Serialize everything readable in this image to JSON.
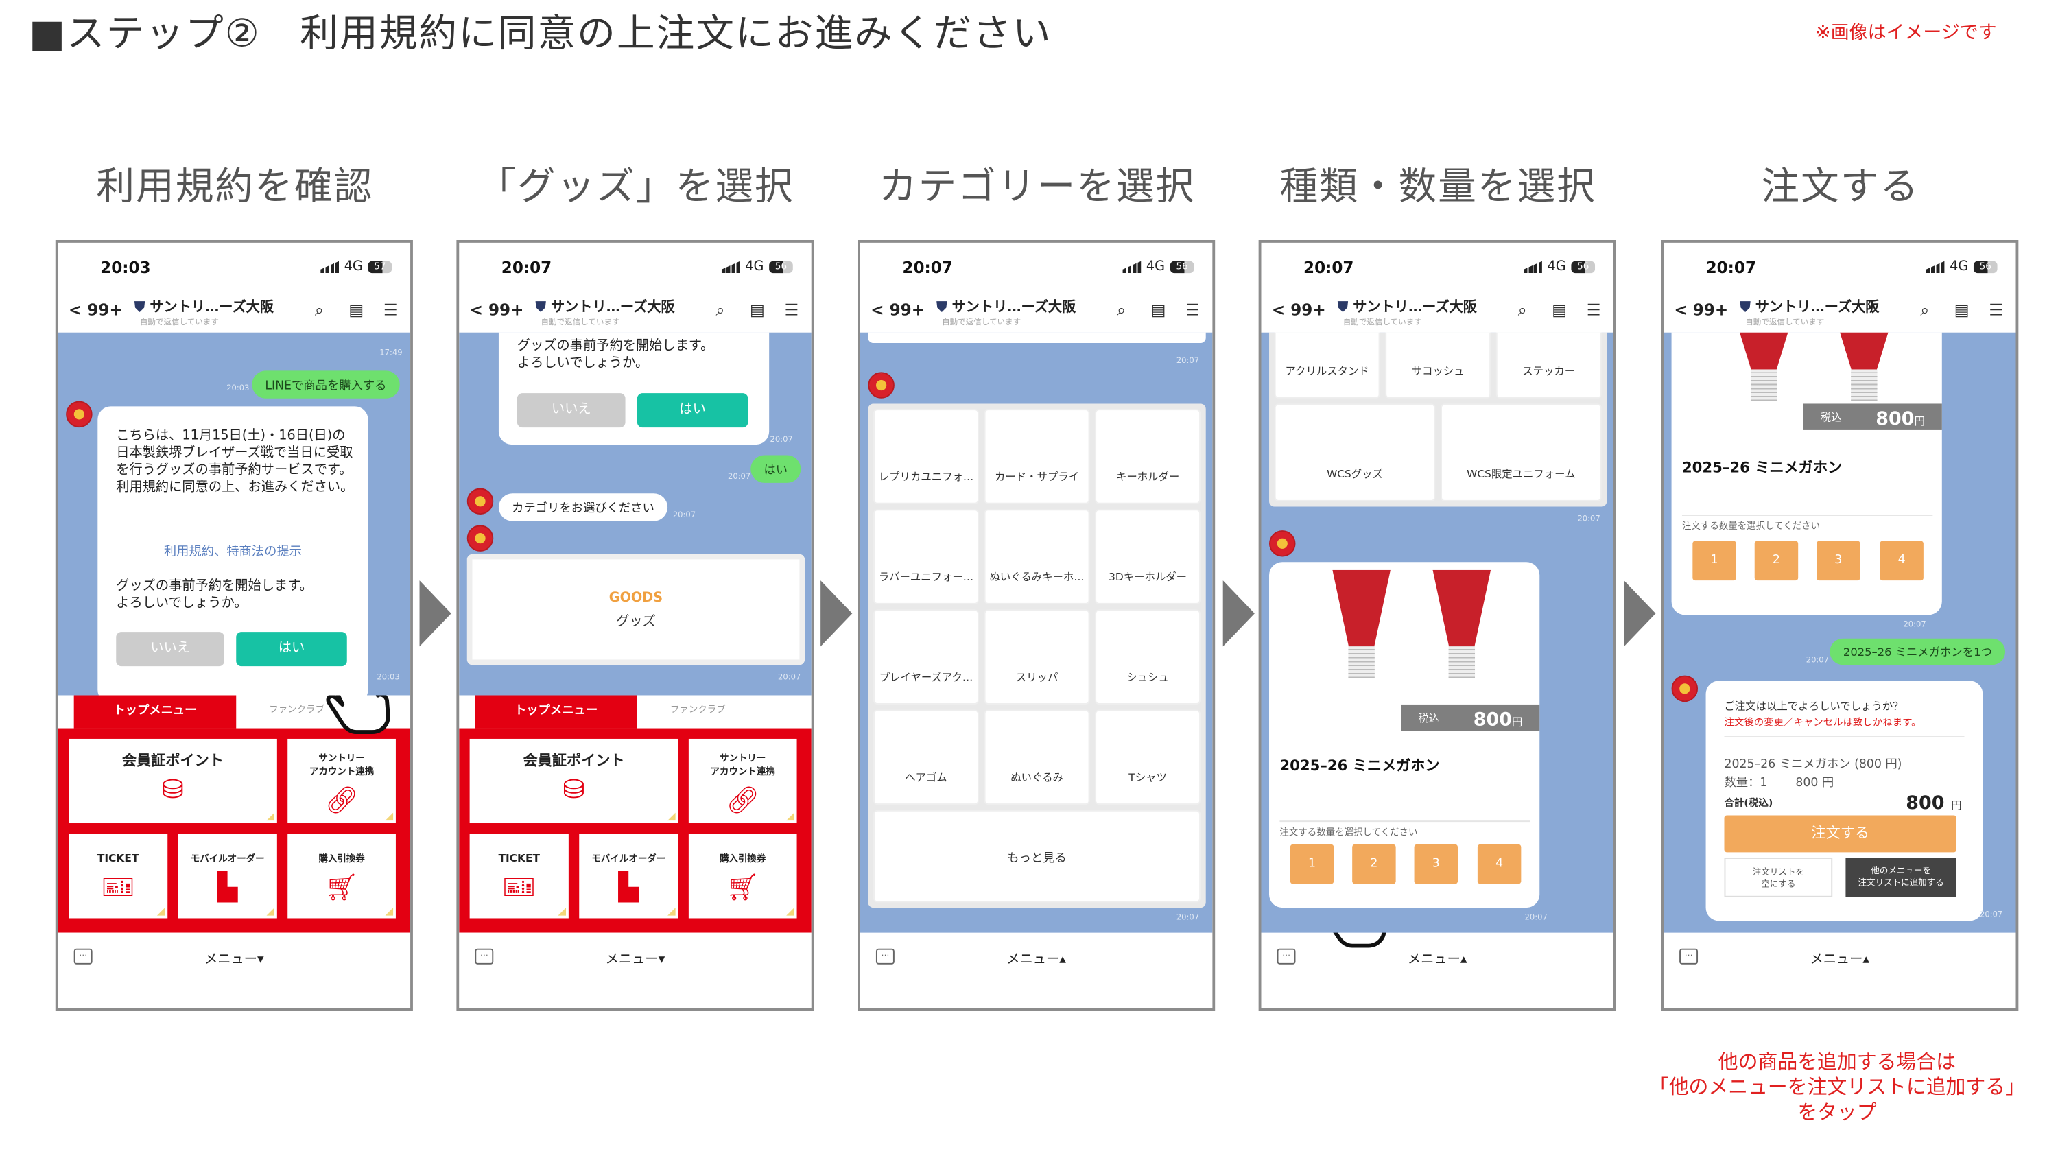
{
  "page": {
    "title": "■ステップ②　利用規約に同意の上注文にお進みください",
    "disclaimer": "※画像はイメージです",
    "steps": [
      "利用規約を確認",
      "「グッズ」を選択",
      "カテゴリーを選択",
      "種類・数量を選択",
      "注文する"
    ],
    "note": [
      "他の商品を追加する場合は",
      "「他のメニューを注文リストに追加する」",
      "をタップ"
    ]
  },
  "colors": {
    "accent_red": "#e30012",
    "chat_bg": "#8aa9d6",
    "line_green": "#6ee06e",
    "teal": "#17c2a4",
    "qty_orange": "#f2a95c"
  },
  "common": {
    "back": "< 99+",
    "account_name": "サントリ…ーズ大阪",
    "account_sub": "自動で返信しています",
    "network": "4G",
    "rich_tab_active": "トップメニュー",
    "rich_tab_other": "ファンクラブ",
    "tiles": [
      "会員証ポイント",
      "サントリー\nアカウント連携",
      "TICKET",
      "モバイルオーダー",
      "購入引換券"
    ],
    "menu_down": "メニュー▾",
    "menu_up": "メニュー▴",
    "icons": [
      "shield-icon",
      "search-icon",
      "notes-icon",
      "hamburger-icon",
      "keyboard-icon",
      "hand-pointer-icon"
    ]
  },
  "phone1": {
    "time": "20:03",
    "battery": "57",
    "ts1": "17:49",
    "ts2": "20:03",
    "ts3": "20:03",
    "user_msg": "LINEで商品を購入する",
    "intro": "こちらは、11月15日(土)・16日(日)の日本製鉄堺ブレイザーズ戦で当日に受取を行うグッズの事前予約サービスです。利用規約に同意の上、お進みください。",
    "link": "利用規約、特商法の提示",
    "confirm": "グッズの事前予約を開始します。\nよろしいでしょうか。",
    "no": "いいえ",
    "yes": "はい"
  },
  "phone2": {
    "time": "20:07",
    "battery": "56",
    "confirm": "グッズの事前予約を開始します。\nよろしいでしょうか。",
    "no": "いいえ",
    "yes": "はい",
    "ts1": "20:07",
    "ts2": "20:07",
    "ts3": "20:07",
    "ts4": "20:07",
    "user_msg": "はい",
    "bot_msg": "カテゴリをお選びください",
    "goods_en": "GOODS",
    "goods_jp": "グッズ"
  },
  "phone3": {
    "time": "20:07",
    "battery": "56",
    "ts1": "20:07",
    "ts2": "20:07",
    "categories": [
      "レプリカユニフォ…",
      "カード・サプライ",
      "キーホルダー",
      "ラバーユニフォー…",
      "ぬいぐるみキーホ…",
      "3Dキーホルダー",
      "プレイヤーズアク…",
      "スリッパ",
      "シュシュ",
      "ヘアゴム",
      "ぬいぐるみ",
      "Tシャツ"
    ],
    "more": "もっと見る"
  },
  "phone4": {
    "time": "20:07",
    "battery": "56",
    "tiles": [
      "アクリルスタンド",
      "サコッシュ",
      "ステッカー",
      "WCSグッズ",
      "WCS限定ユニフォーム"
    ],
    "ts1": "20:07",
    "ts2": "20:07",
    "tax": "税込",
    "price": "800",
    "yen": "円",
    "product": "2025–26 ミニメガホン",
    "qty_label": "注文する数量を選択してください",
    "qty": [
      "1",
      "2",
      "3",
      "4"
    ]
  },
  "phone5": {
    "time": "20:07",
    "battery": "56",
    "tax": "税込",
    "price": "800",
    "yen": "円",
    "product": "2025–26 ミニメガホン",
    "qty_label": "注文する数量を選択してください",
    "qty": [
      "1",
      "2",
      "3",
      "4"
    ],
    "ts1": "20:07",
    "ts2": "20:07",
    "ts3": "20:07",
    "user_msg": "2025–26 ミニメガホンを1つ",
    "confirm_q": "ご注文は以上でよろしいでしょうか？",
    "warning": "注文後の変更／キャンセルは致しかねます。",
    "line_item": "2025–26 ミニメガホン (800 円)",
    "qty_line": "数量：1",
    "line_price": "800 円",
    "total_label": "合計(税込)",
    "total": "800",
    "total_yen": "円",
    "order_btn": "注文する",
    "clear_btn": "注文リストを\n空にする",
    "add_btn": "他のメニューを\n注文リストに追加する"
  }
}
